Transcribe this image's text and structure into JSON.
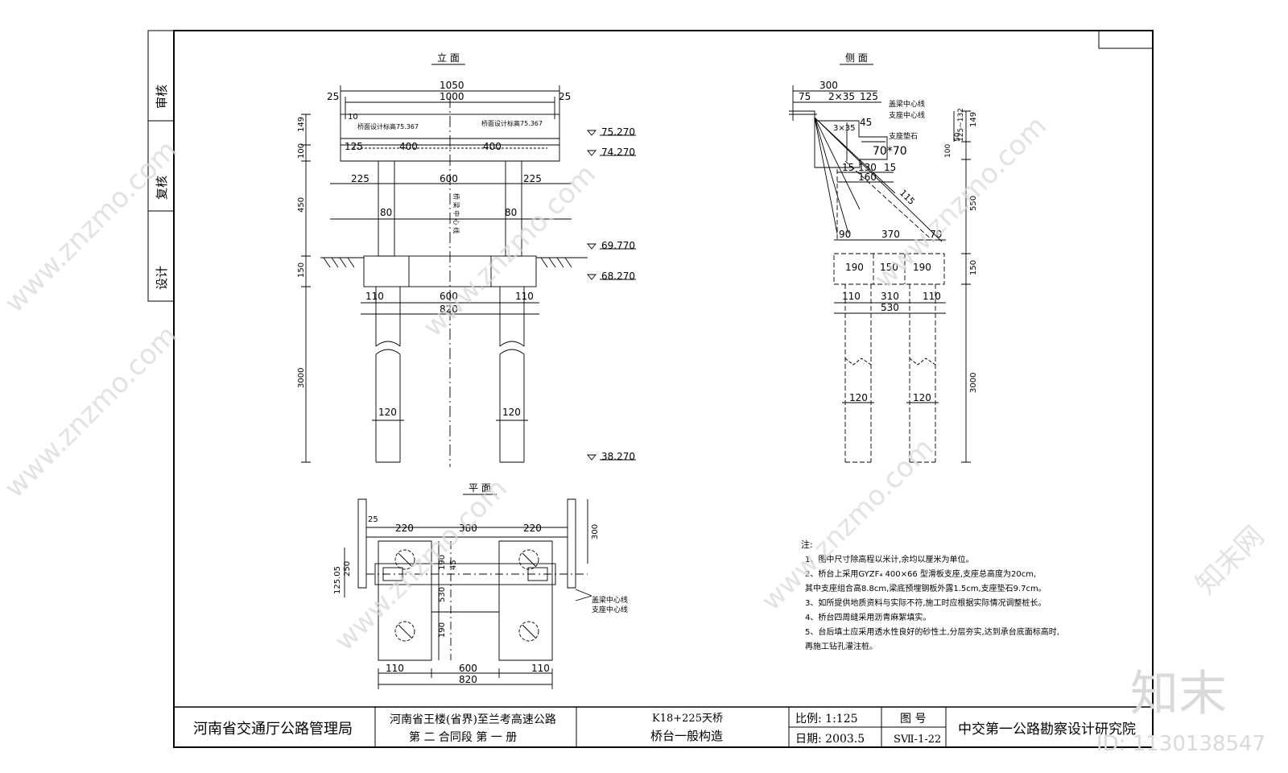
{
  "sign_off": {
    "review": "审核",
    "recheck": "复核",
    "design": "设计"
  },
  "elevation": {
    "title": "立 面",
    "dims": {
      "d1050": "1050",
      "d1000": "1000",
      "d25l": "25",
      "d25r": "25",
      "d10": "10",
      "d125": "125",
      "d400a": "400",
      "d400b": "400",
      "d225l": "225",
      "d600": "600",
      "d225r": "225",
      "d80l": "80",
      "d80r": "80",
      "d110l": "110",
      "d600b": "600",
      "d110r": "110",
      "d820": "820",
      "d120l": "120",
      "d120r": "120",
      "v149": "149",
      "v100": "100",
      "v450": "450",
      "v150": "150",
      "v3000": "3000"
    },
    "notes": {
      "left_top": "桥面设计标高75.367",
      "right_top": "桥面设计标高75.367",
      "centerline": "桥 梁 中 心 线"
    },
    "elevations": [
      "75.270",
      "74.270",
      "69.770",
      "68.270",
      "38.270"
    ]
  },
  "side": {
    "title": "侧 面",
    "dims": {
      "d300": "300",
      "d75": "75",
      "d2x35": "2×35",
      "d125": "125",
      "d3x35": "3×35",
      "d45": "45",
      "d15l": "15",
      "d130": "130",
      "d15r": "15",
      "d160": "160",
      "d115": "115",
      "d90": "90",
      "d370": "370",
      "d70": "70",
      "d190a": "190",
      "d150": "150",
      "d190b": "190",
      "d110l": "110",
      "d310": "310",
      "d110r": "110",
      "d530": "530",
      "d120l": "120",
      "d120r": "120",
      "v149": "149",
      "v125_132": "125~132",
      "v100": "100",
      "v50": "50",
      "v550": "550",
      "v150": "150",
      "v3000": "3000"
    },
    "notes": {
      "bridge_center": "盖梁中心线",
      "bearing_center": "支座中心线",
      "pad": "支座垫石",
      "pad_size": "70*70"
    }
  },
  "plan": {
    "title": "平 面",
    "dims": {
      "d25": "25",
      "d220l": "220",
      "d380": "380",
      "d220r": "220",
      "d300": "300",
      "d125_05": "125.05",
      "d250": "250",
      "d45": "45",
      "d190a": "190",
      "d530": "530",
      "d190b": "190",
      "d110l": "110",
      "d600": "600",
      "d110r": "110",
      "d820": "820"
    },
    "notes": {
      "bridge_center": "盖梁中心线",
      "bearing_center": "支座中心线"
    }
  },
  "notes": {
    "heading": "注:",
    "items": [
      "1、图中尺寸除高程以米计,余均以厘米为单位。",
      "2、桥台上采用GYZF₄ 400×66 型滑板支座,支座总高度为20cm,",
      "   其中支座组合高8.8cm,梁底预埋钢板外露1.5cm,支座垫石9.7cm。",
      "3、如所提供地质资料与实际不符,施工时应根据实际情况调整桩长。",
      "4、桥台四周缝采用沥青麻絮填实。",
      "5、台后填土应采用透水性良好的砂性土,分层夯实,达到承台底面标高时,",
      "   再施工钻孔灌注桩。"
    ]
  },
  "title_block": {
    "owner": "河南省交通厅公路管理局",
    "project_line1": "河南省王楼(省界)至兰考高速公路",
    "project_line2": "第 二 合同段      第 一 册",
    "drawing_line1": "K18+225天桥",
    "drawing_line2": "桥台一般构造",
    "scale_label": "比例: 1:125",
    "date_label": "日期: 2003.5",
    "sheet_label": "图 号",
    "sheet_no": "SⅦ-1-22",
    "designer": "中交第一公路勘察设计研究院"
  },
  "watermark": {
    "site": "www.znzmo.com",
    "brand": "知末网",
    "logo": "知末",
    "id": "ID: 1130138547"
  }
}
